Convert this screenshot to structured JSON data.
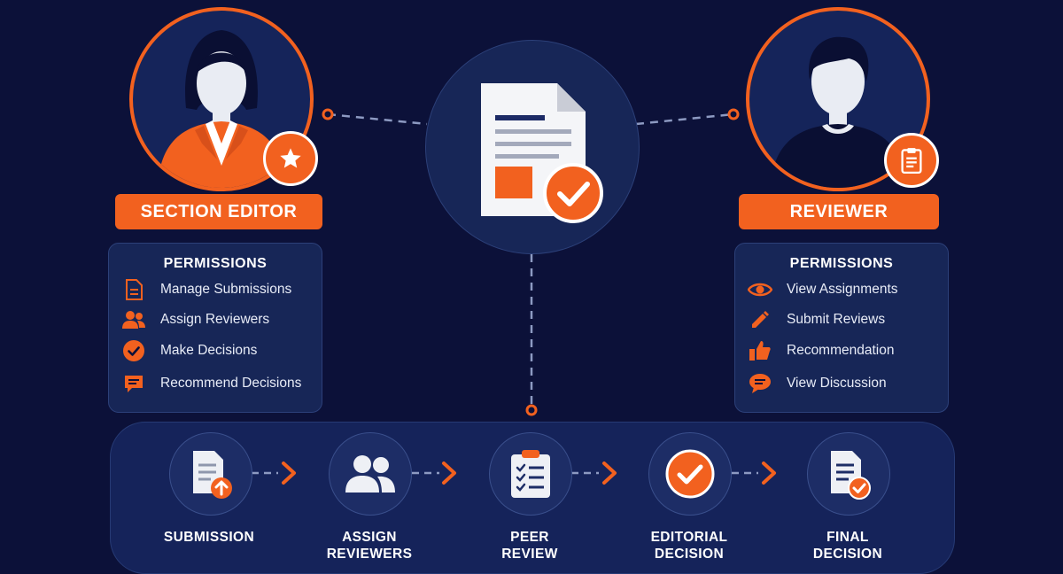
{
  "roles": {
    "left": {
      "title": "SECTION EDITOR",
      "permissions_title": "PERMISSIONS",
      "permissions": [
        {
          "label": "Manage Submissions",
          "icon": "document-icon"
        },
        {
          "label": "Assign Reviewers",
          "icon": "users-icon"
        },
        {
          "label": "Make Decisions",
          "icon": "check-circle-icon"
        },
        {
          "label": "Recommend Decisions",
          "icon": "chat-icon"
        }
      ],
      "badge_icon": "star-icon"
    },
    "right": {
      "title": "REVIEWER",
      "permissions_title": "PERMISSIONS",
      "permissions": [
        {
          "label": "View Assignments",
          "icon": "eye-icon"
        },
        {
          "label": "Submit Reviews",
          "icon": "pencil-icon"
        },
        {
          "label": "Recommendation",
          "icon": "thumbs-up-icon"
        },
        {
          "label": "View Discussion",
          "icon": "chat-icon"
        }
      ],
      "badge_icon": "clipboard-icon"
    }
  },
  "center_icon": "approved-document-icon",
  "workflow": [
    {
      "line1": "SUBMISSION",
      "line2": "",
      "icon": "document-upload-icon"
    },
    {
      "line1": "ASSIGN",
      "line2": "REVIEWERS",
      "icon": "users-icon"
    },
    {
      "line1": "PEER",
      "line2": "REVIEW",
      "icon": "checklist-icon"
    },
    {
      "line1": "EDITORIAL",
      "line2": "DECISION",
      "icon": "check-circle-icon"
    },
    {
      "line1": "FINAL",
      "line2": "DECISION",
      "icon": "document-check-icon"
    }
  ],
  "colors": {
    "background": "#0c1139",
    "accent": "#f2611f",
    "card": "#172657",
    "connector": "#8d9ac2"
  }
}
